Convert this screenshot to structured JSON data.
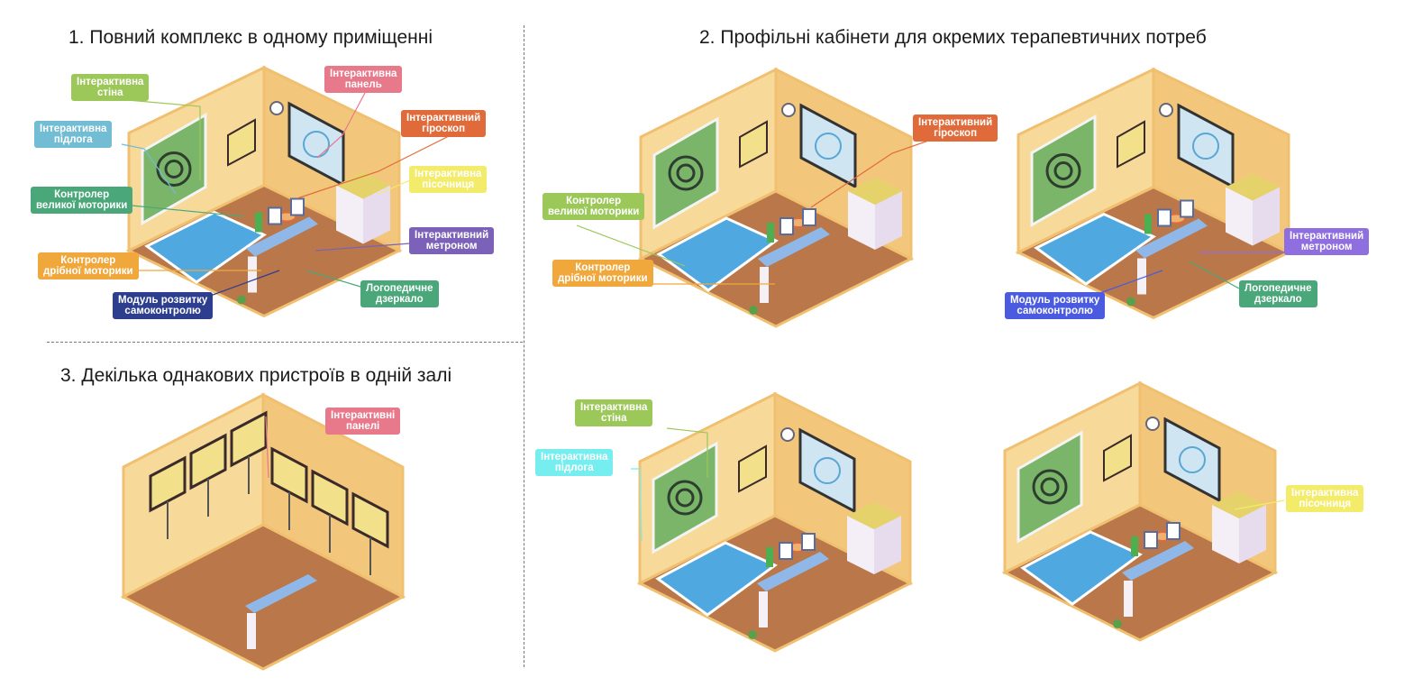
{
  "headings": {
    "h1": "1. Повний комплекс в одному приміщенні",
    "h2": "2. Профільні кабінети для окремих терапевтичних потреб",
    "h3": "3. Декілька однакових пристроїв в одній залі"
  },
  "colors": {
    "wall": "#f7d99a",
    "wall_side": "#f2c77c",
    "floor": "#b9774a",
    "edge": "#f0c070",
    "pink": "#e8798a",
    "orange": "#e06a3a",
    "yellow": "#f2ec6a",
    "purple": "#7b62b8",
    "green_dark": "#4aa77a",
    "navy": "#2d3e8f",
    "orange_light": "#f0a83c",
    "green_light": "#9cc85a",
    "cyan": "#72bcd4",
    "cyan_bright": "#76eef0",
    "blue_bright": "#4a5be0",
    "purple_light": "#8f6ee0"
  },
  "labels": {
    "r1_wall": [
      "Інтерактивна",
      "стіна"
    ],
    "r1_panel": [
      "Інтерактивна",
      "панель"
    ],
    "r1_floor": [
      "Інтерактивна",
      "підлога"
    ],
    "r1_gyro": [
      "Інтерактивний",
      "гіроскоп"
    ],
    "r1_sandbox": [
      "Інтерактивна",
      "пісочниця"
    ],
    "r1_gross": [
      "Контролер",
      "великої моторики"
    ],
    "r1_metronome": [
      "Інтерактивний",
      "метроном"
    ],
    "r1_fine": [
      "Контролер",
      "дрібної моторики"
    ],
    "r1_mirror": [
      "Логопедичне",
      "дзеркало"
    ],
    "r1_self": [
      "Модуль розвитку",
      "самоконтролю"
    ],
    "r2a_gyro": [
      "Інтерактивний",
      "гіроскоп"
    ],
    "r2a_gross": [
      "Контролер",
      "великої моторики"
    ],
    "r2a_fine": [
      "Контролер",
      "дрібної моторики"
    ],
    "r2b_metronome": [
      "Інтерактивний",
      "метроном"
    ],
    "r2b_self": [
      "Модуль розвитку",
      "самоконтролю"
    ],
    "r2b_mirror": [
      "Логопедичне",
      "дзеркало"
    ],
    "r3_panels": [
      "Інтерактивні",
      "панелі"
    ],
    "r2c_wall": [
      "Інтерактивна",
      "стіна"
    ],
    "r2c_floor": [
      "Інтерактивна",
      "підлога"
    ],
    "r2d_sandbox": [
      "Інтерактивна",
      "пісочниця"
    ]
  }
}
